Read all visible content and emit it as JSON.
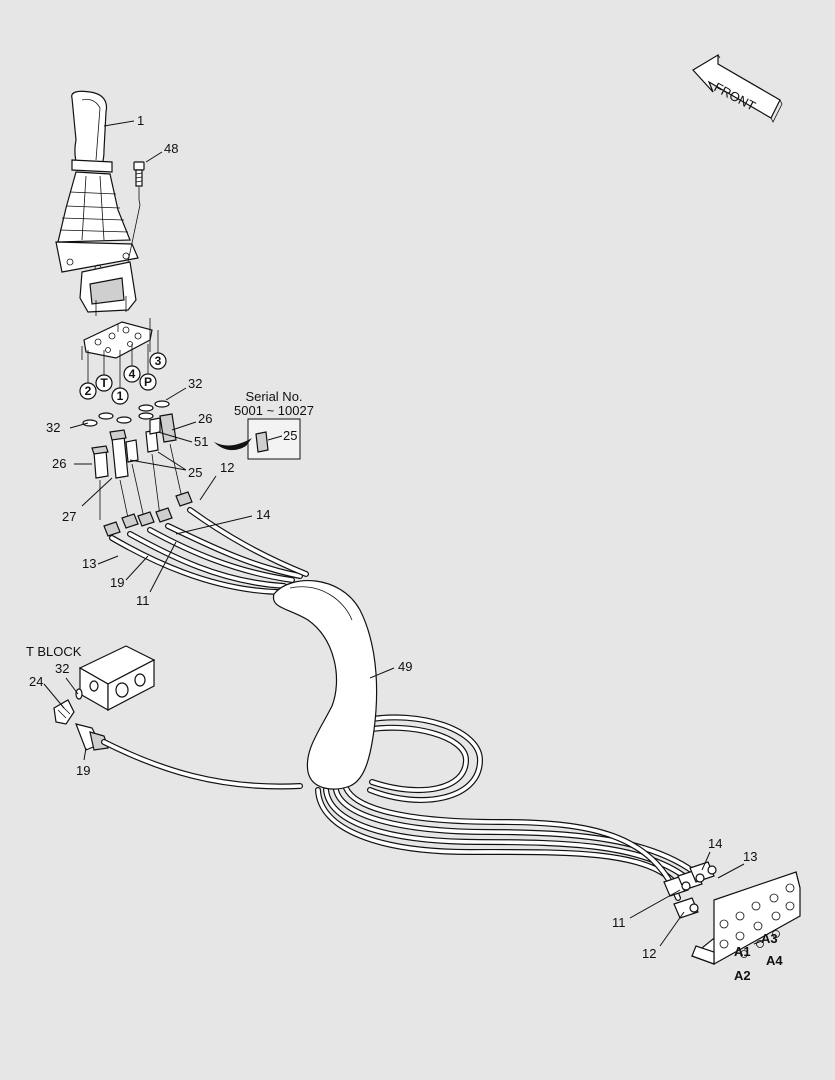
{
  "front_arrow": {
    "label": "FRONT"
  },
  "serial_box": {
    "title": "Serial No.",
    "range": "5001 ~ 10027",
    "part": "25"
  },
  "t_block": {
    "label": "T BLOCK"
  },
  "ports": [
    "2",
    "T",
    "1",
    "4",
    "P",
    "3"
  ],
  "bracket_ports": [
    "A1",
    "A2",
    "A3",
    "A4"
  ],
  "callouts": {
    "c1": "1",
    "c48": "48",
    "c32a": "32",
    "c26a": "26",
    "c51": "51",
    "c32b": "32",
    "c26b": "26",
    "c25": "25",
    "c12a": "12",
    "c14a": "14",
    "c27": "27",
    "c13a": "13",
    "c19a": "19",
    "c11a": "11",
    "c49": "49",
    "c32c": "32",
    "c24": "24",
    "c19b": "19",
    "c14b": "14",
    "c13b": "13",
    "c11b": "11",
    "c12b": "12"
  }
}
